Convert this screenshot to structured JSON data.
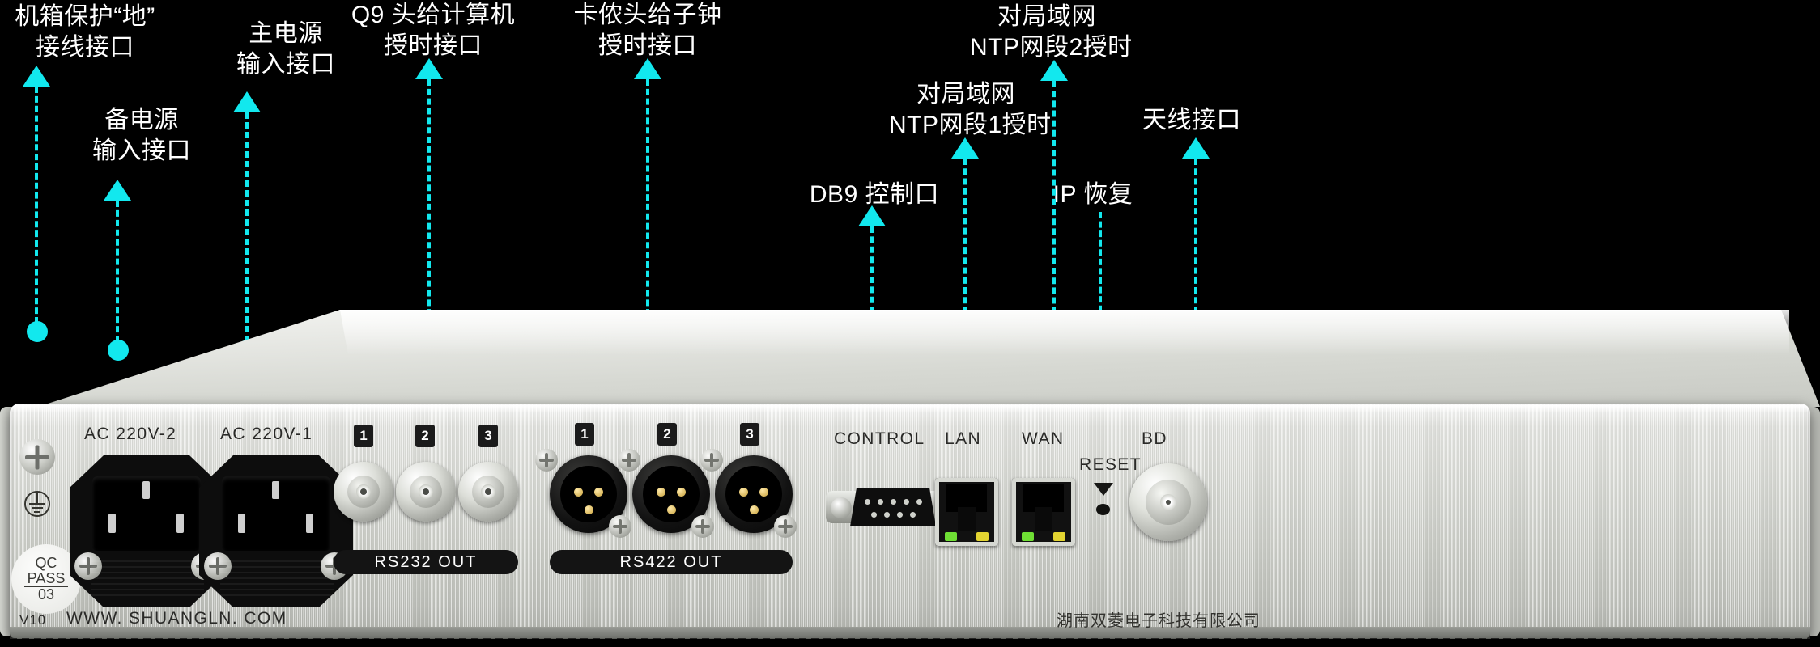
{
  "diagram": {
    "title": "NTP time server rear panel annotated diagram",
    "accent_color": "#12e8ee",
    "label_color": "#ffffff",
    "background_color": "#000000"
  },
  "callouts": [
    {
      "id": "ground",
      "text": "机箱保护“地”\n接线接口"
    },
    {
      "id": "backup-power",
      "text": "备电源\n输入接口"
    },
    {
      "id": "main-power",
      "text": "主电源\n输入接口"
    },
    {
      "id": "q9-computer",
      "text": "Q9 头给计算机\n授时接口"
    },
    {
      "id": "xlr-subclock",
      "text": "卡侬头给子钟\n授时接口"
    },
    {
      "id": "db9-control",
      "text": "DB9 控制口"
    },
    {
      "id": "ntp-lan1",
      "text": "对局域网\nNTP网段1授时"
    },
    {
      "id": "ntp-lan2",
      "text": "对局域网\nNTP网段2授时"
    },
    {
      "id": "ip-restore",
      "text": "IP 恢复"
    },
    {
      "id": "antenna",
      "text": "天线接口"
    }
  ],
  "panel": {
    "ac2_label": "AC 220V-2",
    "ac1_label": "AC 220V-1",
    "rs232_label": "RS232  OUT",
    "rs422_label": "RS422  OUT",
    "control_label": "CONTROL",
    "lan_label": "LAN",
    "wan_label": "WAN",
    "reset_label": "RESET",
    "bd_label": "BD",
    "version_label": "V10",
    "website_label": "WWW. SHUANGLN. COM",
    "company_label": "湖南双菱电子科技有限公司",
    "qc_line1": "QC",
    "qc_line2": "PASS",
    "qc_line3": "03",
    "bnc_numbers": [
      "1",
      "2",
      "3"
    ],
    "xlr_numbers": [
      "1",
      "2",
      "3"
    ]
  }
}
